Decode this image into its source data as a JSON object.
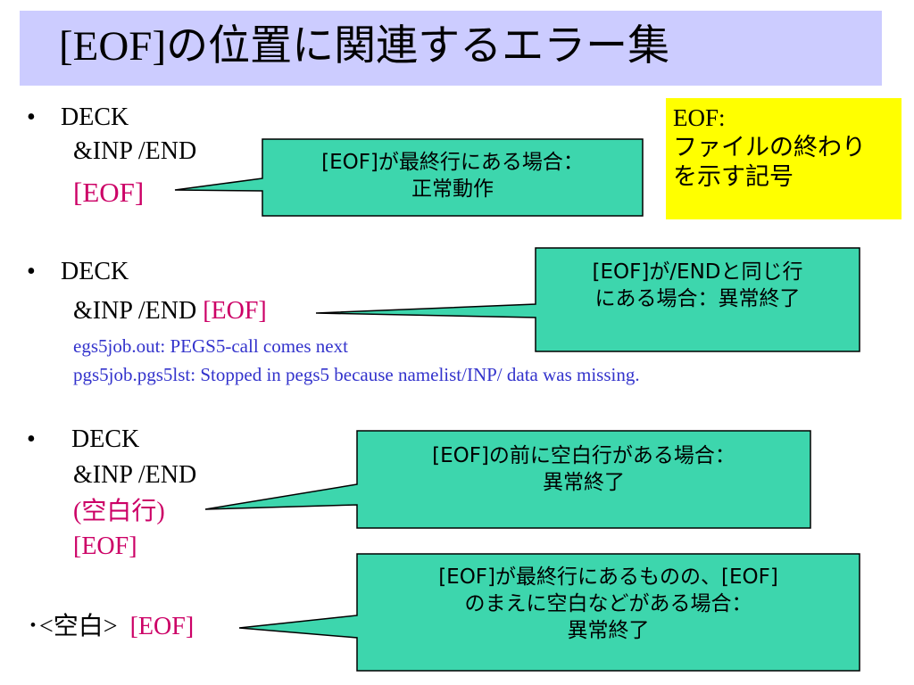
{
  "title": "[EOF]の位置に関連するエラー集",
  "note": {
    "line1": "EOF:",
    "line2": "ファイルの終わり",
    "line3": "を示す記号"
  },
  "bullet_glyph": "•",
  "section1": {
    "deck": "DECK",
    "inp": "&INP /END",
    "eof": "[EOF]",
    "callout": {
      "line1": "[EOF]が最終行にある場合：",
      "line2": "正常動作"
    }
  },
  "section2": {
    "deck": "DECK",
    "inp": "&INP /END ",
    "eof": "[EOF]",
    "err1": "egs5job.out:  PEGS5-call comes next",
    "err2": "pgs5job.pgs5lst:  Stopped in pegs5 because namelist/INP/ data was missing.",
    "callout": {
      "line1": "[EOF]が/ENDと同じ行",
      "line2": "にある場合：異常終了"
    }
  },
  "section3": {
    "deck": "DECK",
    "inp": "&INP /END",
    "blank": "(空白行)",
    "eof": "[EOF]",
    "callout": {
      "line1": "[EOF]の前に空白行がある場合：",
      "line2": "異常終了"
    }
  },
  "section4": {
    "bullet": "･",
    "label": "<空白>  ",
    "eof": "[EOF]",
    "callout": {
      "line1": "[EOF]が最終行にあるものの、[EOF]",
      "line2": "のまえに空白などがある場合：",
      "line3": "異常終了"
    }
  },
  "colors": {
    "callout_fill": "#3dd6ad",
    "title_bg": "#ccccff",
    "note_bg": "#ffff00",
    "accent": "#cc0066",
    "error_text": "#3333cc"
  }
}
